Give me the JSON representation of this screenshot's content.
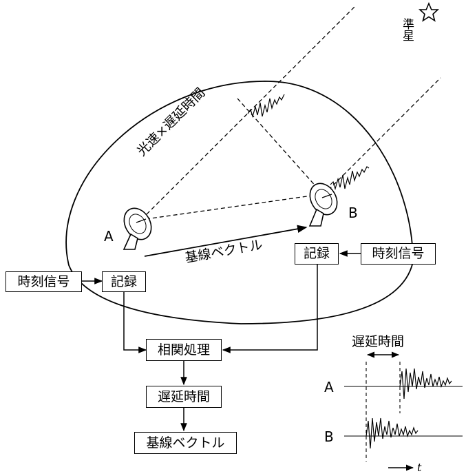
{
  "labels": {
    "quasar": "準星",
    "light_delay": "光速×遅延時間",
    "station_a": "A",
    "station_b": "B",
    "baseline": "基線ベクトル",
    "delay_caption": "遅延時間",
    "wave_a": "A",
    "wave_b": "B",
    "time_axis": "t"
  },
  "boxes": {
    "time_signal_left": "時刻信号",
    "record_left": "記録",
    "record_right": "記録",
    "time_signal_right": "時刻信号",
    "correlation": "相関処理",
    "delay_time": "遅延時間",
    "baseline_vector": "基線ベクトル"
  },
  "icons": {
    "star": "star-outline-icon",
    "antenna": "radio-antenna-icon"
  }
}
